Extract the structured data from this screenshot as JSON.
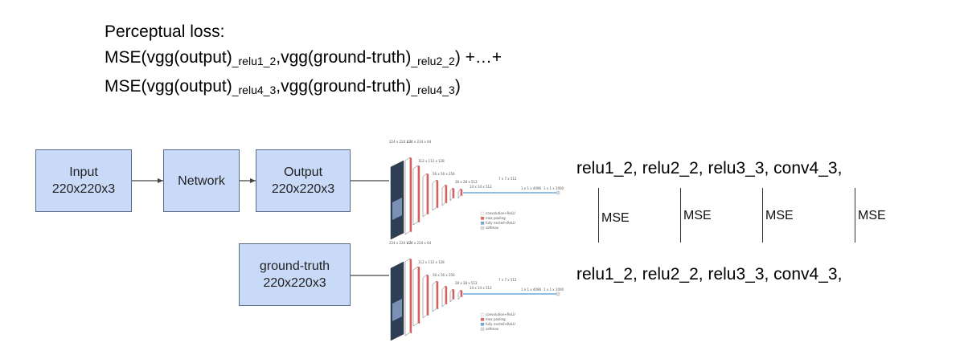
{
  "formula": {
    "title": "Perceptual loss:",
    "line1": {
      "head": "MSE(vgg(output)",
      "sub1": "_relu1_2",
      "mid": ",vgg(ground-truth)",
      "sub2": "_relu2_2",
      "tail": ") +…+"
    },
    "line2": {
      "head": "MSE(vgg(output)",
      "sub1": "_relu4_3",
      "mid": ",vgg(ground-truth)",
      "sub2": "_relu4_3",
      "tail": ")"
    }
  },
  "nodes": {
    "input": {
      "line1": "Input",
      "line2": "220x220x3"
    },
    "network": {
      "label": "Network"
    },
    "output": {
      "line1": "Output",
      "line2": "220x220x3"
    },
    "ground_truth": {
      "line1": "ground-truth",
      "line2": "220x220x3"
    }
  },
  "layers_top": "relu1_2, relu2_2, relu3_3, conv4_3,",
  "layers_bottom": "relu1_2, relu2_2, relu3_3, conv4_3,",
  "mse_labels": [
    "MSE",
    "MSE",
    "MSE",
    "MSE"
  ],
  "vgg": {
    "dims": [
      "224 x 224 x 3",
      "224 x 224 x 64",
      "112 x 112 x 128",
      "56 x 56 x 256",
      "28 x 28 x 512",
      "14 x 14 x 512",
      "7 x 7 x 512",
      "1 x 1 x 4096",
      "1 x 1 x 1000"
    ],
    "legend": [
      "convolution+ReLU",
      "max pooling",
      "fully nected+ReLU",
      "softmax"
    ],
    "colors": {
      "conv": "#ffffff",
      "pool": "#e06666",
      "fc": "#6fa8dc",
      "softmax": "#dddddd"
    }
  }
}
